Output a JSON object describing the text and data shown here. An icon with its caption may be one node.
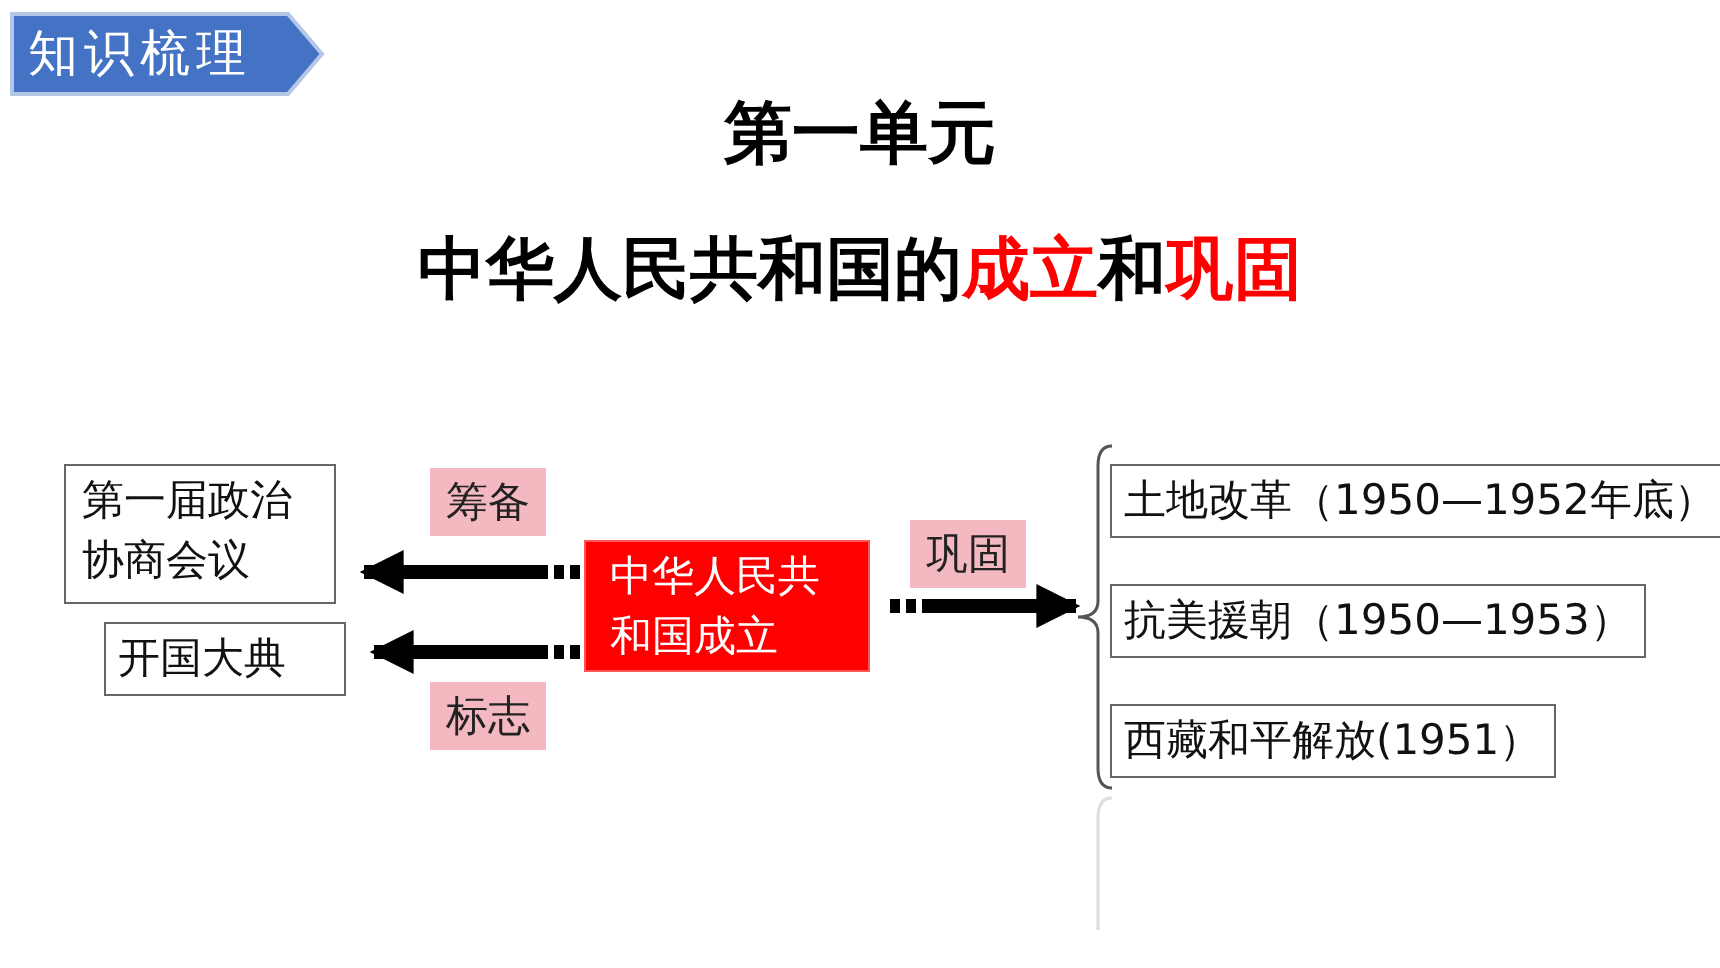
{
  "diagram": {
    "title": "第一单元",
    "nodes": [
      {
        "text": [
          "第一届政治协商会议"
        ]
      },
      {
        "text": [
          "开国大典"
        ]
      },
      {
        "text": [
          "中华人民共和国成立"
        ]
      },
      {
        "text": [
          "土地改革（1950—1952年底）"
        ]
      },
      {
        "text": [
          "抗美援朝（1950—1953）"
        ]
      },
      {
        "text": [
          "西藏和平解放(1951）"
        ]
      },
      {
        "text": [],
        "shape": "bracket"
      }
    ],
    "edges": [
      {
        "from": 2,
        "to": 0,
        "arrow": "to",
        "label": "筹备"
      },
      {
        "from": 2,
        "to": 1,
        "arrow": "to",
        "label": "标志"
      },
      {
        "from": 2,
        "to": 6,
        "arrow": "to",
        "label": "巩固"
      }
    ],
    "labels": [
      "知识梳理",
      "中华人民共和国的**成立**和**巩固**"
    ]
  }
}
